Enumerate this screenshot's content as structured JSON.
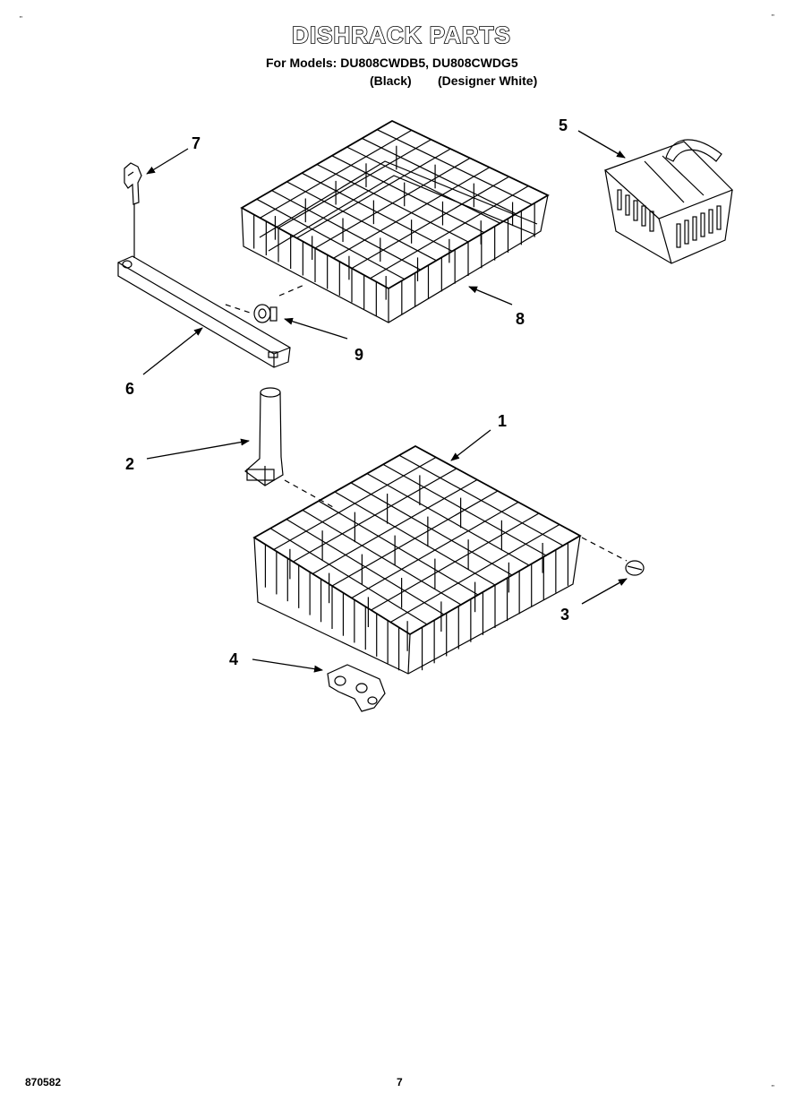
{
  "header": {
    "title": "DISHRACK PARTS",
    "models_line": "For Models: DU808CWDB5, DU808CWDG5",
    "note_black": "(Black)",
    "note_white": "(Designer White)"
  },
  "callouts": [
    {
      "id": "1",
      "label": "1"
    },
    {
      "id": "2",
      "label": "2"
    },
    {
      "id": "3",
      "label": "3"
    },
    {
      "id": "4",
      "label": "4"
    },
    {
      "id": "5",
      "label": "5"
    },
    {
      "id": "6",
      "label": "6"
    },
    {
      "id": "7",
      "label": "7"
    },
    {
      "id": "8",
      "label": "8"
    },
    {
      "id": "9",
      "label": "9"
    }
  ],
  "footer": {
    "code": "870582",
    "page": "7"
  },
  "marks": {
    "corner_mark": "\""
  }
}
